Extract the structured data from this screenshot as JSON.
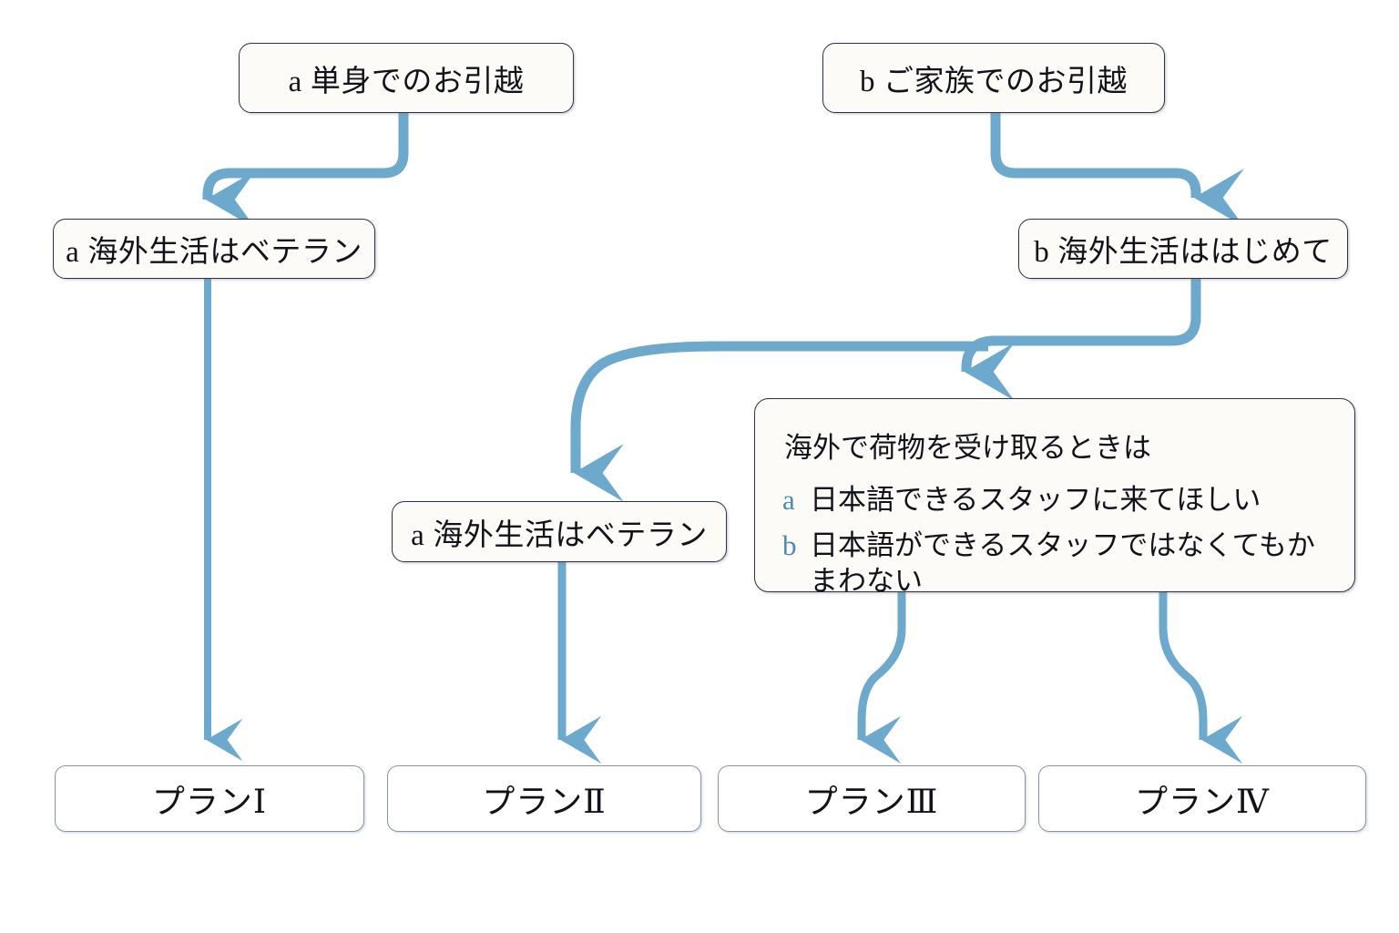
{
  "diagram": {
    "type": "flowchart",
    "title": "",
    "accent_color": "#6ca9cc",
    "node_border_color": "#2b3245",
    "plan_border_color": "#8496ab",
    "node_fill": "#fcfbf8",
    "background": "#ffffff",
    "marker_color": "#4a8bb5"
  },
  "nodes": {
    "start_single": {
      "lead": "a",
      "text": "単身でのお引越"
    },
    "start_family": {
      "lead": "b",
      "text": "ご家族でのお引越"
    },
    "veteran_left": {
      "lead": "a",
      "text": "海外生活はベテラン"
    },
    "first_time_right": {
      "lead": "b",
      "text": "海外生活ははじめて"
    },
    "veteran_mid": {
      "lead": "a",
      "text": "海外生活はベテラン"
    },
    "receiving": {
      "heading": "海外で荷物を受け取るときは",
      "options": [
        {
          "marker": "a",
          "text": "日本語できるスタッフに来てほしい"
        },
        {
          "marker": "b",
          "text": "日本語ができるスタッフではなくてもかまわない"
        }
      ]
    }
  },
  "plans": [
    {
      "name": "plan-1",
      "label": "プランⅠ"
    },
    {
      "name": "plan-2",
      "label": "プランⅡ"
    },
    {
      "name": "plan-3",
      "label": "プランⅢ"
    },
    {
      "name": "plan-4",
      "label": "プランⅣ"
    }
  ],
  "edges": [
    {
      "from": "start_single",
      "to": "veteran_left"
    },
    {
      "from": "start_family",
      "to": "first_time_right"
    },
    {
      "from": "first_time_right",
      "to": "veteran_mid"
    },
    {
      "from": "first_time_right",
      "to": "receiving"
    },
    {
      "from": "veteran_left",
      "to": "plan-1"
    },
    {
      "from": "veteran_mid",
      "to": "plan-2"
    },
    {
      "from": "receiving",
      "to": "plan-3"
    },
    {
      "from": "receiving",
      "to": "plan-4"
    }
  ]
}
